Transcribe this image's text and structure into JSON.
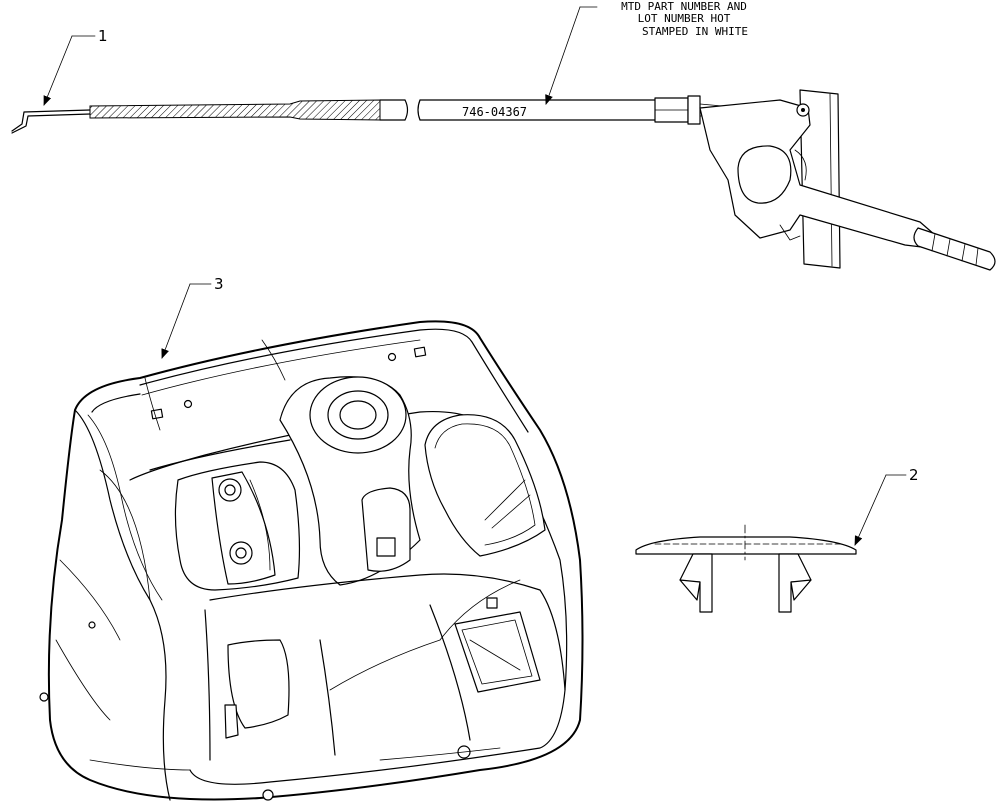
{
  "callouts": {
    "item_1": "1",
    "item_2": "2",
    "item_3": "3"
  },
  "note": {
    "line1": "MTD PART NUMBER AND",
    "line2": "LOT NUMBER HOT",
    "line3": "STAMPED IN WHITE"
  },
  "cable": {
    "part_number": "746-04367"
  }
}
